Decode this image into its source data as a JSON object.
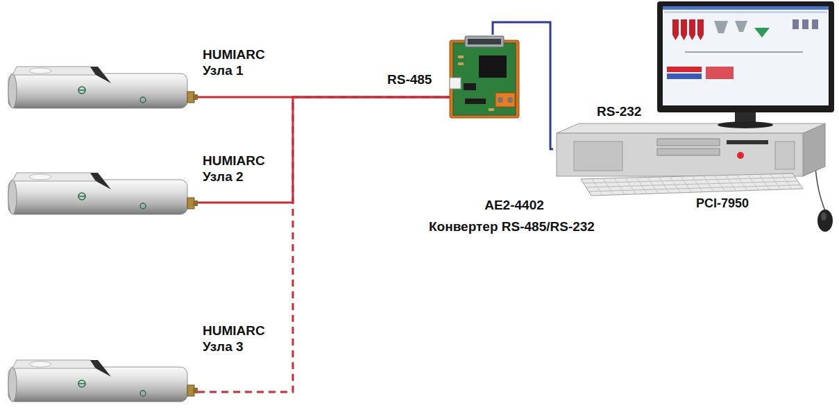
{
  "diagram": {
    "nodes": [
      {
        "text": [
          "HUMIARC Узла 1"
        ]
      },
      {
        "text": [
          "HUMIARC Узла 2"
        ]
      },
      {
        "text": [
          "HUMIARC Узла 3"
        ]
      },
      {
        "text": [
          "AE2-4402",
          "Конвертер RS-485/RS-232"
        ]
      },
      {
        "text": [
          "PCI-7950"
        ]
      }
    ],
    "edges": [
      {
        "from": 0,
        "to": 3,
        "arrow": "none",
        "label": "RS-485"
      },
      {
        "from": 1,
        "to": 3,
        "arrow": "none"
      },
      {
        "from": 2,
        "to": 3,
        "arrow": "none"
      },
      {
        "from": 3,
        "to": 4,
        "arrow": "none",
        "label": "RS-232"
      }
    ]
  }
}
